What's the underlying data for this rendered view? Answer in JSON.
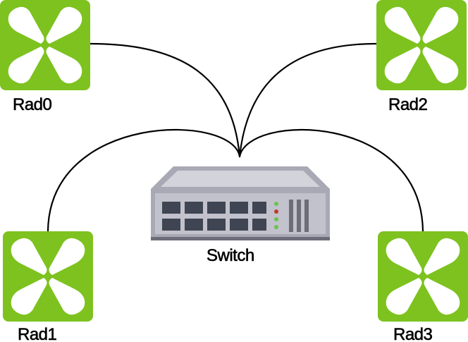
{
  "diagram": {
    "colors": {
      "radio_green": "#7dc21e",
      "radio_green_dark": "#5f9a10",
      "switch_body": "#a9a9b5",
      "switch_dark": "#6d6d7a",
      "port_fill": "#3f4552",
      "led_green": "#6cc24a",
      "led_red": "#c0392b",
      "link": "#000000"
    },
    "nodes": [
      {
        "id": "rad0",
        "label": "Rad0",
        "icon": "radio-node-icon"
      },
      {
        "id": "rad1",
        "label": "Rad1",
        "icon": "radio-node-icon"
      },
      {
        "id": "rad2",
        "label": "Rad2",
        "icon": "radio-node-icon"
      },
      {
        "id": "rad3",
        "label": "Rad3",
        "icon": "radio-node-icon"
      },
      {
        "id": "switch",
        "label": "Switch",
        "icon": "network-switch-icon"
      }
    ],
    "links": [
      {
        "from": "rad0",
        "to": "switch"
      },
      {
        "from": "rad1",
        "to": "switch"
      },
      {
        "from": "rad2",
        "to": "switch"
      },
      {
        "from": "rad3",
        "to": "switch"
      }
    ]
  }
}
